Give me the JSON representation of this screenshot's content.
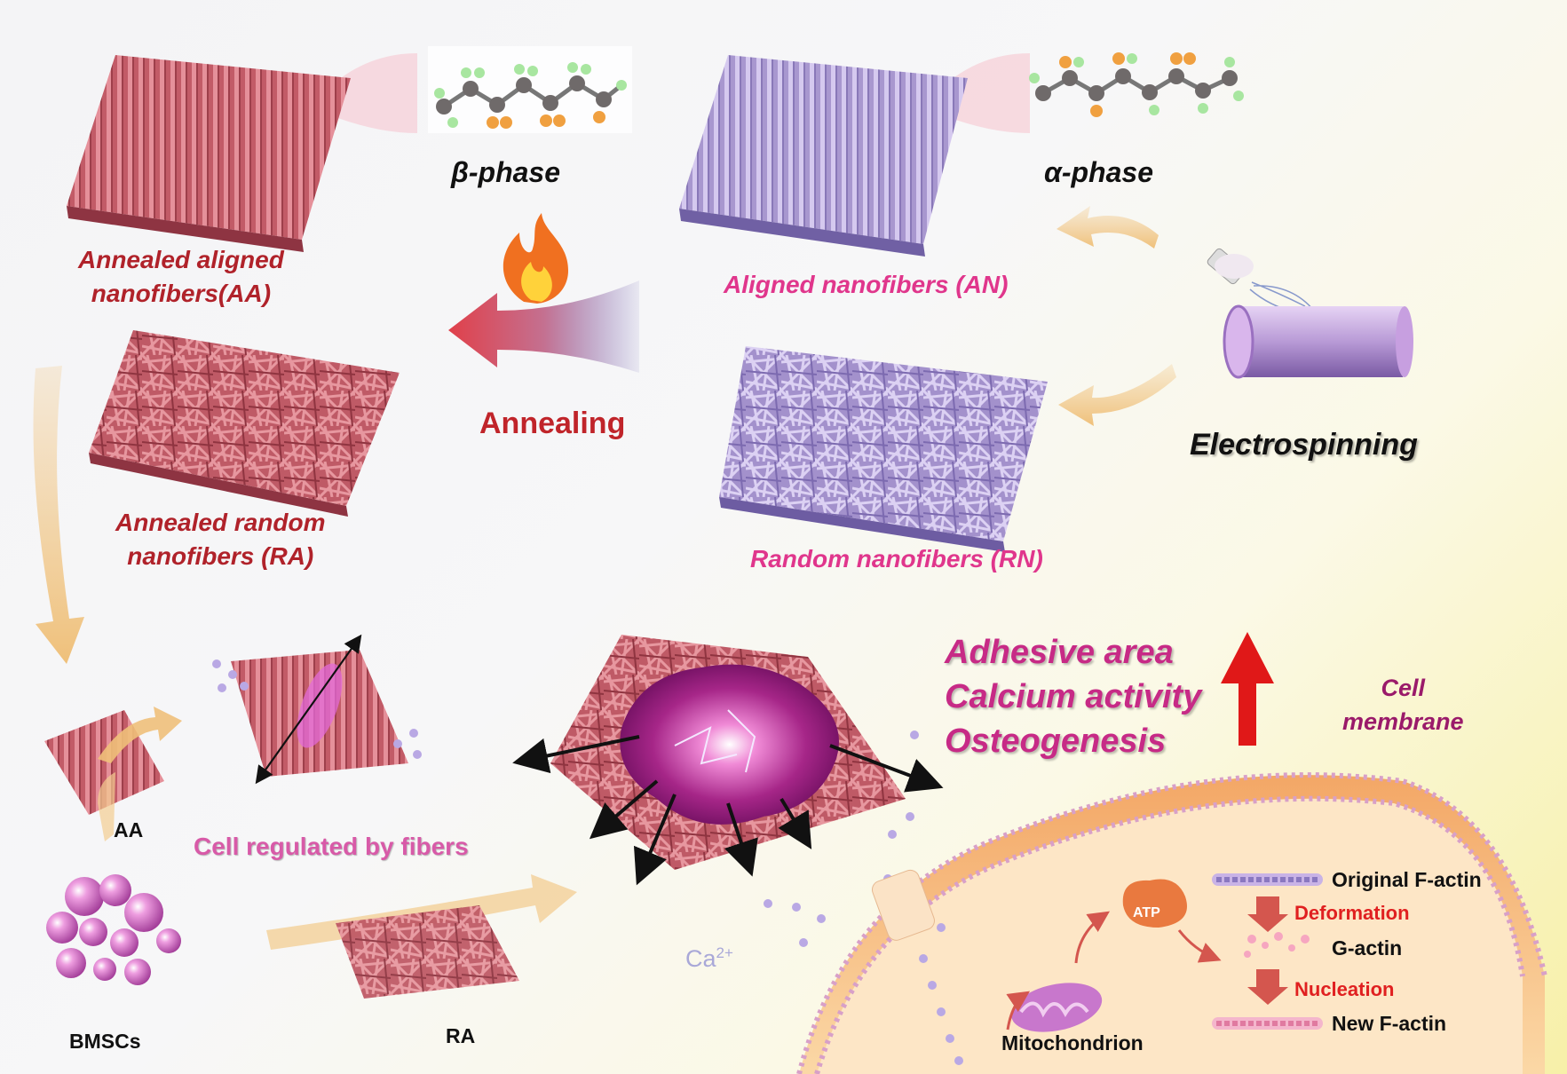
{
  "labels": {
    "beta_phase": "β-phase",
    "alpha_phase": "α-phase",
    "annealed_aligned": [
      "Annealed aligned",
      "nanofibers(AA)"
    ],
    "aligned": "Aligned nanofibers (AN)",
    "annealing": "Annealing",
    "electrospinning": "Electrospinning",
    "annealed_random": [
      "Annealed random",
      "nanofibers (RA)"
    ],
    "random": "Random nanofibers (RN)",
    "effects": [
      "Adhesive area",
      "Calcium activity",
      "Osteogenesis"
    ],
    "cell_membrane": [
      "Cell",
      "membrane"
    ],
    "aa": "AA",
    "cell_regulated": "Cell regulated by fibers",
    "bmscs": "BMSCs",
    "ra": "RA",
    "calcium_base": "Ca",
    "calcium_charge": "2+",
    "mitochondrion": "Mitochondrion",
    "atp": "ATP",
    "original_factin": "Original F-actin",
    "deformation": "Deformation",
    "g_actin": "G-actin",
    "nucleation": "Nucleation",
    "new_factin": "New F-actin"
  },
  "colors": {
    "annealed_fiber": "#c8646e",
    "pristine_fiber": "#b6a6d8",
    "label_red": "#b0222a",
    "label_pink": "#e0368c",
    "effect_magenta": "#c72a86",
    "up_arrow": "#e01818",
    "flow_arrow": "#f1c98a",
    "cell_purple": "#b0308c",
    "membrane_orange": "#f6b070"
  },
  "icons": [
    "flame-icon",
    "electrospinning-collector-icon",
    "up-arrow-icon",
    "molecule-chain-icon",
    "mitochondrion-icon",
    "atp-icon"
  ]
}
